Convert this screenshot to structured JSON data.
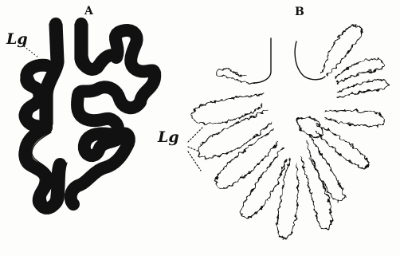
{
  "figure": {
    "panel_a": {
      "label": "A",
      "pointer_label": "Lg"
    },
    "panel_b": {
      "label": "B",
      "pointer_label": "Lg"
    }
  },
  "colors": {
    "ink": "#111111",
    "paper": "#fdfdfb"
  }
}
